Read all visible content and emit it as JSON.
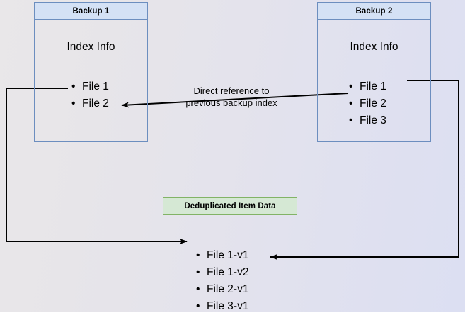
{
  "diagram": {
    "title_backup1": "Backup 1",
    "title_backup2": "Backup 2",
    "title_dedup": "Deduplicated Item Data",
    "index_info_label": "Index Info",
    "backup1_files": [
      "File 1",
      "File 2"
    ],
    "backup2_files": [
      "File 1",
      "File 2",
      "File 3"
    ],
    "dedup_files": [
      "File 1-v1",
      "File 1-v2",
      "File 2-v1",
      "File 3-v1"
    ],
    "reference_note_line1": "Direct reference to",
    "reference_note_line2": "previous backup index",
    "colors": {
      "blue_border": "#6c8ebf",
      "blue_fill": "#d4e1f5",
      "green_border": "#82b366",
      "green_fill": "#d5e8d4",
      "connector": "#000000",
      "background_left": "#e9e7e9",
      "background_right": "#dcdff2"
    }
  }
}
